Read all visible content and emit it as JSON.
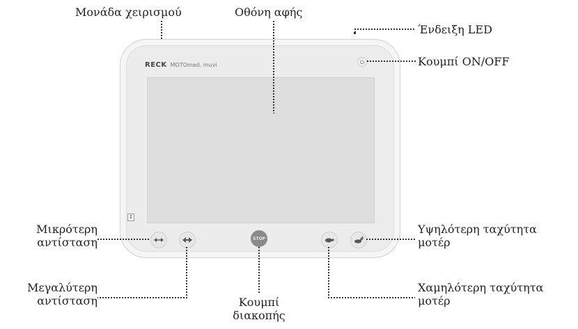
{
  "labels": {
    "control_unit": "Μονάδα χειρισμού",
    "touchscreen": "Οθόνη αφής",
    "led_indicator": "Ένδειξη LED",
    "on_off_button": "Κουμπί ON/OFF",
    "lower_resistance_line1": "Μικρότερη",
    "lower_resistance_line2": "αντίσταση",
    "higher_speed_line1": "Υψηλότερη ταχύτητα",
    "higher_speed_line2": "μοτέρ",
    "higher_resistance_line1": "Μεγαλύτερη",
    "higher_resistance_line2": "αντίσταση",
    "stop_button_line1": "Κουμπί",
    "stop_button_line2": "διακοπής",
    "lower_speed_line1": "Χαμηλότερη ταχύτητα",
    "lower_speed_line2": "μοτέρ"
  },
  "device": {
    "brand": "RECK",
    "model": "MOTOmed. muvi",
    "stop_text": "STOP"
  },
  "colors": {
    "device_body": "#ececec",
    "screen": "#dedede",
    "stop_button": "#8a8a8a",
    "leader_line": "#333333"
  },
  "icons": [
    "resistance-decrease-icon",
    "resistance-increase-icon",
    "stop-icon",
    "turtle-icon",
    "rabbit-icon",
    "power-icon"
  ]
}
